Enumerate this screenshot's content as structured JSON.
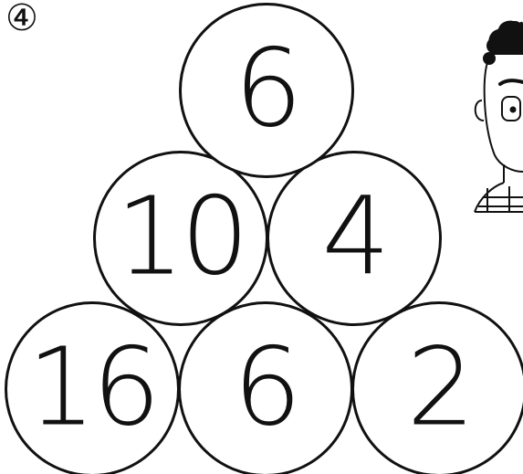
{
  "problem_number": "④",
  "pyramid": {
    "top": [
      "6"
    ],
    "middle": [
      "10",
      "4"
    ],
    "bottom": [
      "16",
      "6",
      "2"
    ]
  },
  "illustration": "boy-character-icon"
}
